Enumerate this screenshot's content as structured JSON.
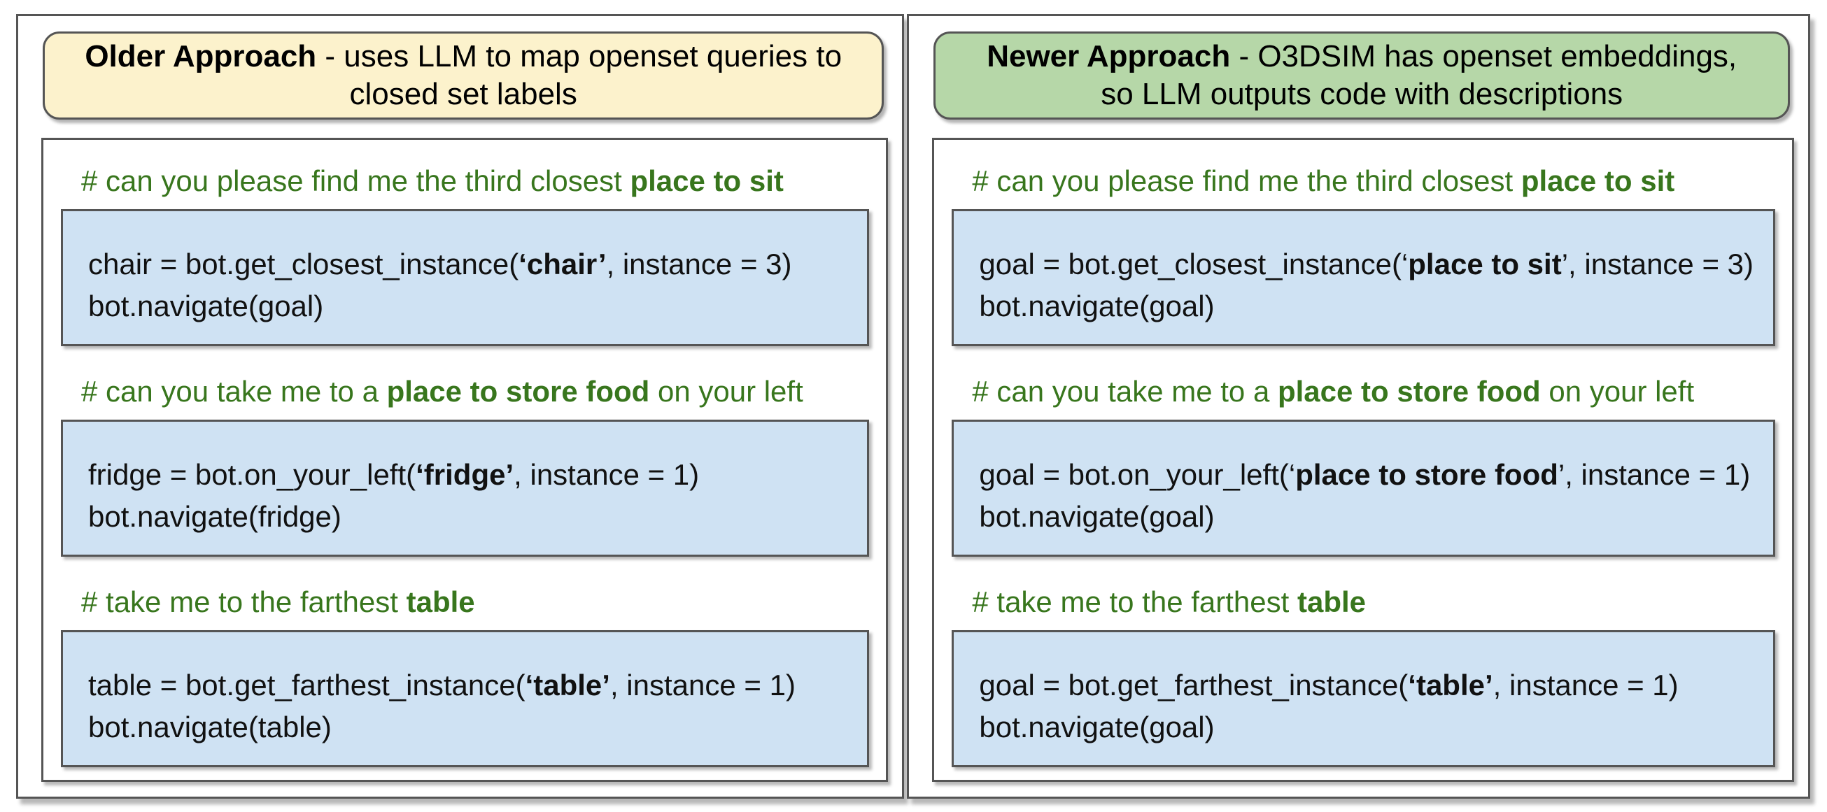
{
  "colors": {
    "page_bg": "#ffffff",
    "older_header_bg": "#fcf2cc",
    "newer_header_bg": "#b6d7a8",
    "code_block_bg": "#cfe2f3",
    "comment_green": "#38761d",
    "border_gray": "#555555",
    "code_text": "#111111"
  },
  "panels": [
    {
      "id": "older-approach",
      "header": [
        {
          "text": "Older Approach",
          "bold": true
        },
        {
          "text": " - uses LLM to map openset queries to closed set labels",
          "bold": false
        }
      ],
      "sections": [
        {
          "comment": [
            {
              "text": "# can you please find me the third closest ",
              "bold": false
            },
            {
              "text": "place to sit",
              "bold": true
            }
          ],
          "code": [
            [
              {
                "text": "chair = bot.get_closest_instance(",
                "bold": false
              },
              {
                "text": "‘chair’",
                "bold": true
              },
              {
                "text": ", instance = 3)",
                "bold": false
              }
            ],
            [
              {
                "text": "bot.navigate(goal)",
                "bold": false
              }
            ]
          ]
        },
        {
          "comment": [
            {
              "text": "# can you take me to a ",
              "bold": false
            },
            {
              "text": "place to store food",
              "bold": true
            },
            {
              "text": " on your left",
              "bold": false
            }
          ],
          "code": [
            [
              {
                "text": "fridge = bot.on_your_left(",
                "bold": false
              },
              {
                "text": "‘fridge’",
                "bold": true
              },
              {
                "text": ", instance = 1)",
                "bold": false
              }
            ],
            [
              {
                "text": "bot.navigate(fridge)",
                "bold": false
              }
            ]
          ]
        },
        {
          "comment": [
            {
              "text": "# take me to the farthest ",
              "bold": false
            },
            {
              "text": "table",
              "bold": true
            }
          ],
          "code": [
            [
              {
                "text": "table = bot.get_farthest_instance(",
                "bold": false
              },
              {
                "text": "‘table’",
                "bold": true
              },
              {
                "text": ", instance = 1)",
                "bold": false
              }
            ],
            [
              {
                "text": "bot.navigate(table)",
                "bold": false
              }
            ]
          ]
        }
      ]
    },
    {
      "id": "newer-approach",
      "header": [
        {
          "text": "Newer Approach",
          "bold": true
        },
        {
          "text": " - O3DSIM has openset embeddings, so LLM outputs code with descriptions",
          "bold": false
        }
      ],
      "sections": [
        {
          "comment": [
            {
              "text": "# can you please find me the third closest ",
              "bold": false
            },
            {
              "text": "place to sit",
              "bold": true
            }
          ],
          "code": [
            [
              {
                "text": "goal = bot.get_closest_instance(‘",
                "bold": false
              },
              {
                "text": "place to sit",
                "bold": true
              },
              {
                "text": "’, instance = 3)",
                "bold": false
              }
            ],
            [
              {
                "text": "bot.navigate(goal)",
                "bold": false
              }
            ]
          ]
        },
        {
          "comment": [
            {
              "text": "# can you take me to a ",
              "bold": false
            },
            {
              "text": "place to store food",
              "bold": true
            },
            {
              "text": " on your left",
              "bold": false
            }
          ],
          "code": [
            [
              {
                "text": "goal = bot.on_your_left(‘",
                "bold": false
              },
              {
                "text": "place to store food",
                "bold": true
              },
              {
                "text": "’, instance = 1)",
                "bold": false
              }
            ],
            [
              {
                "text": "bot.navigate(goal)",
                "bold": false
              }
            ]
          ]
        },
        {
          "comment": [
            {
              "text": "# take me to the farthest ",
              "bold": false
            },
            {
              "text": "table",
              "bold": true
            }
          ],
          "code": [
            [
              {
                "text": "goal = bot.get_farthest_instance(",
                "bold": false
              },
              {
                "text": "‘table’",
                "bold": true
              },
              {
                "text": ", instance = 1)",
                "bold": false
              }
            ],
            [
              {
                "text": "bot.navigate(goal)",
                "bold": false
              }
            ]
          ]
        }
      ]
    }
  ]
}
